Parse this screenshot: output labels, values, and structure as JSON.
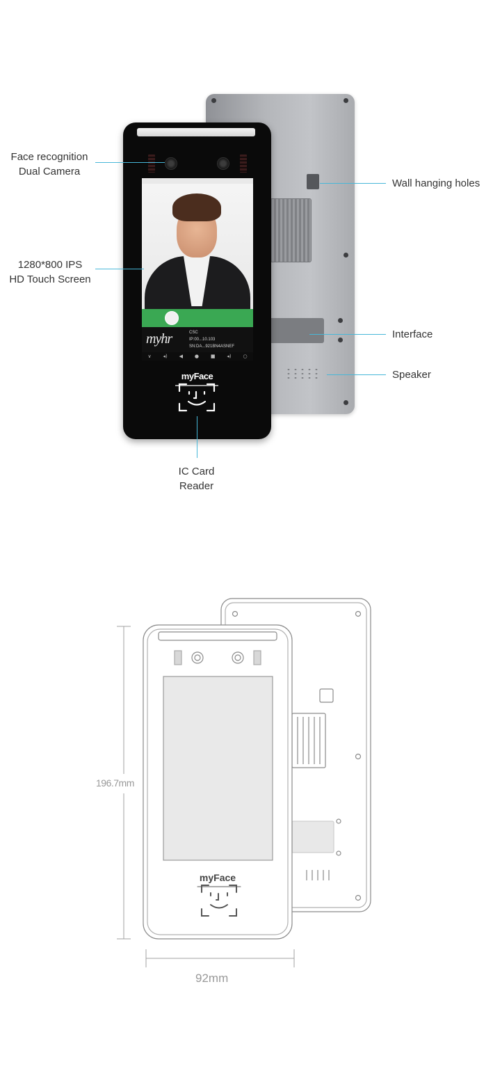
{
  "callouts": {
    "camera": {
      "line1": "Face recognition",
      "line2": "Dual Camera"
    },
    "screen": {
      "line1": "1280*800 IPS",
      "line2": "HD Touch Screen"
    },
    "ic_card": {
      "line1": "IC Card",
      "line2": "Reader"
    },
    "wall_holes": "Wall hanging holes",
    "interface": "Interface",
    "speaker": "Speaker"
  },
  "device": {
    "brand_logo": "myFace",
    "screen_brand": "myhr",
    "screen_info": {
      "org": "CSC",
      "ip": "IP:00...10.103",
      "sn": "SN:DA...921BN4ASNEF"
    },
    "nav_icons": [
      "∨",
      "◂)",
      "◀",
      "●",
      "■",
      "◂)",
      "○"
    ],
    "icons": [
      "camera-icon",
      "face-scan-icon",
      "back-icon",
      "home-icon",
      "volume-icon",
      "power-icon"
    ]
  },
  "dimensions": {
    "height": "196.7mm",
    "width": "92mm"
  },
  "colors": {
    "callout_line": "#47b7d8",
    "device_body": "#0a0a0a",
    "back_panel": "#b4b6ba",
    "recognition_bar": "#3aa853"
  }
}
